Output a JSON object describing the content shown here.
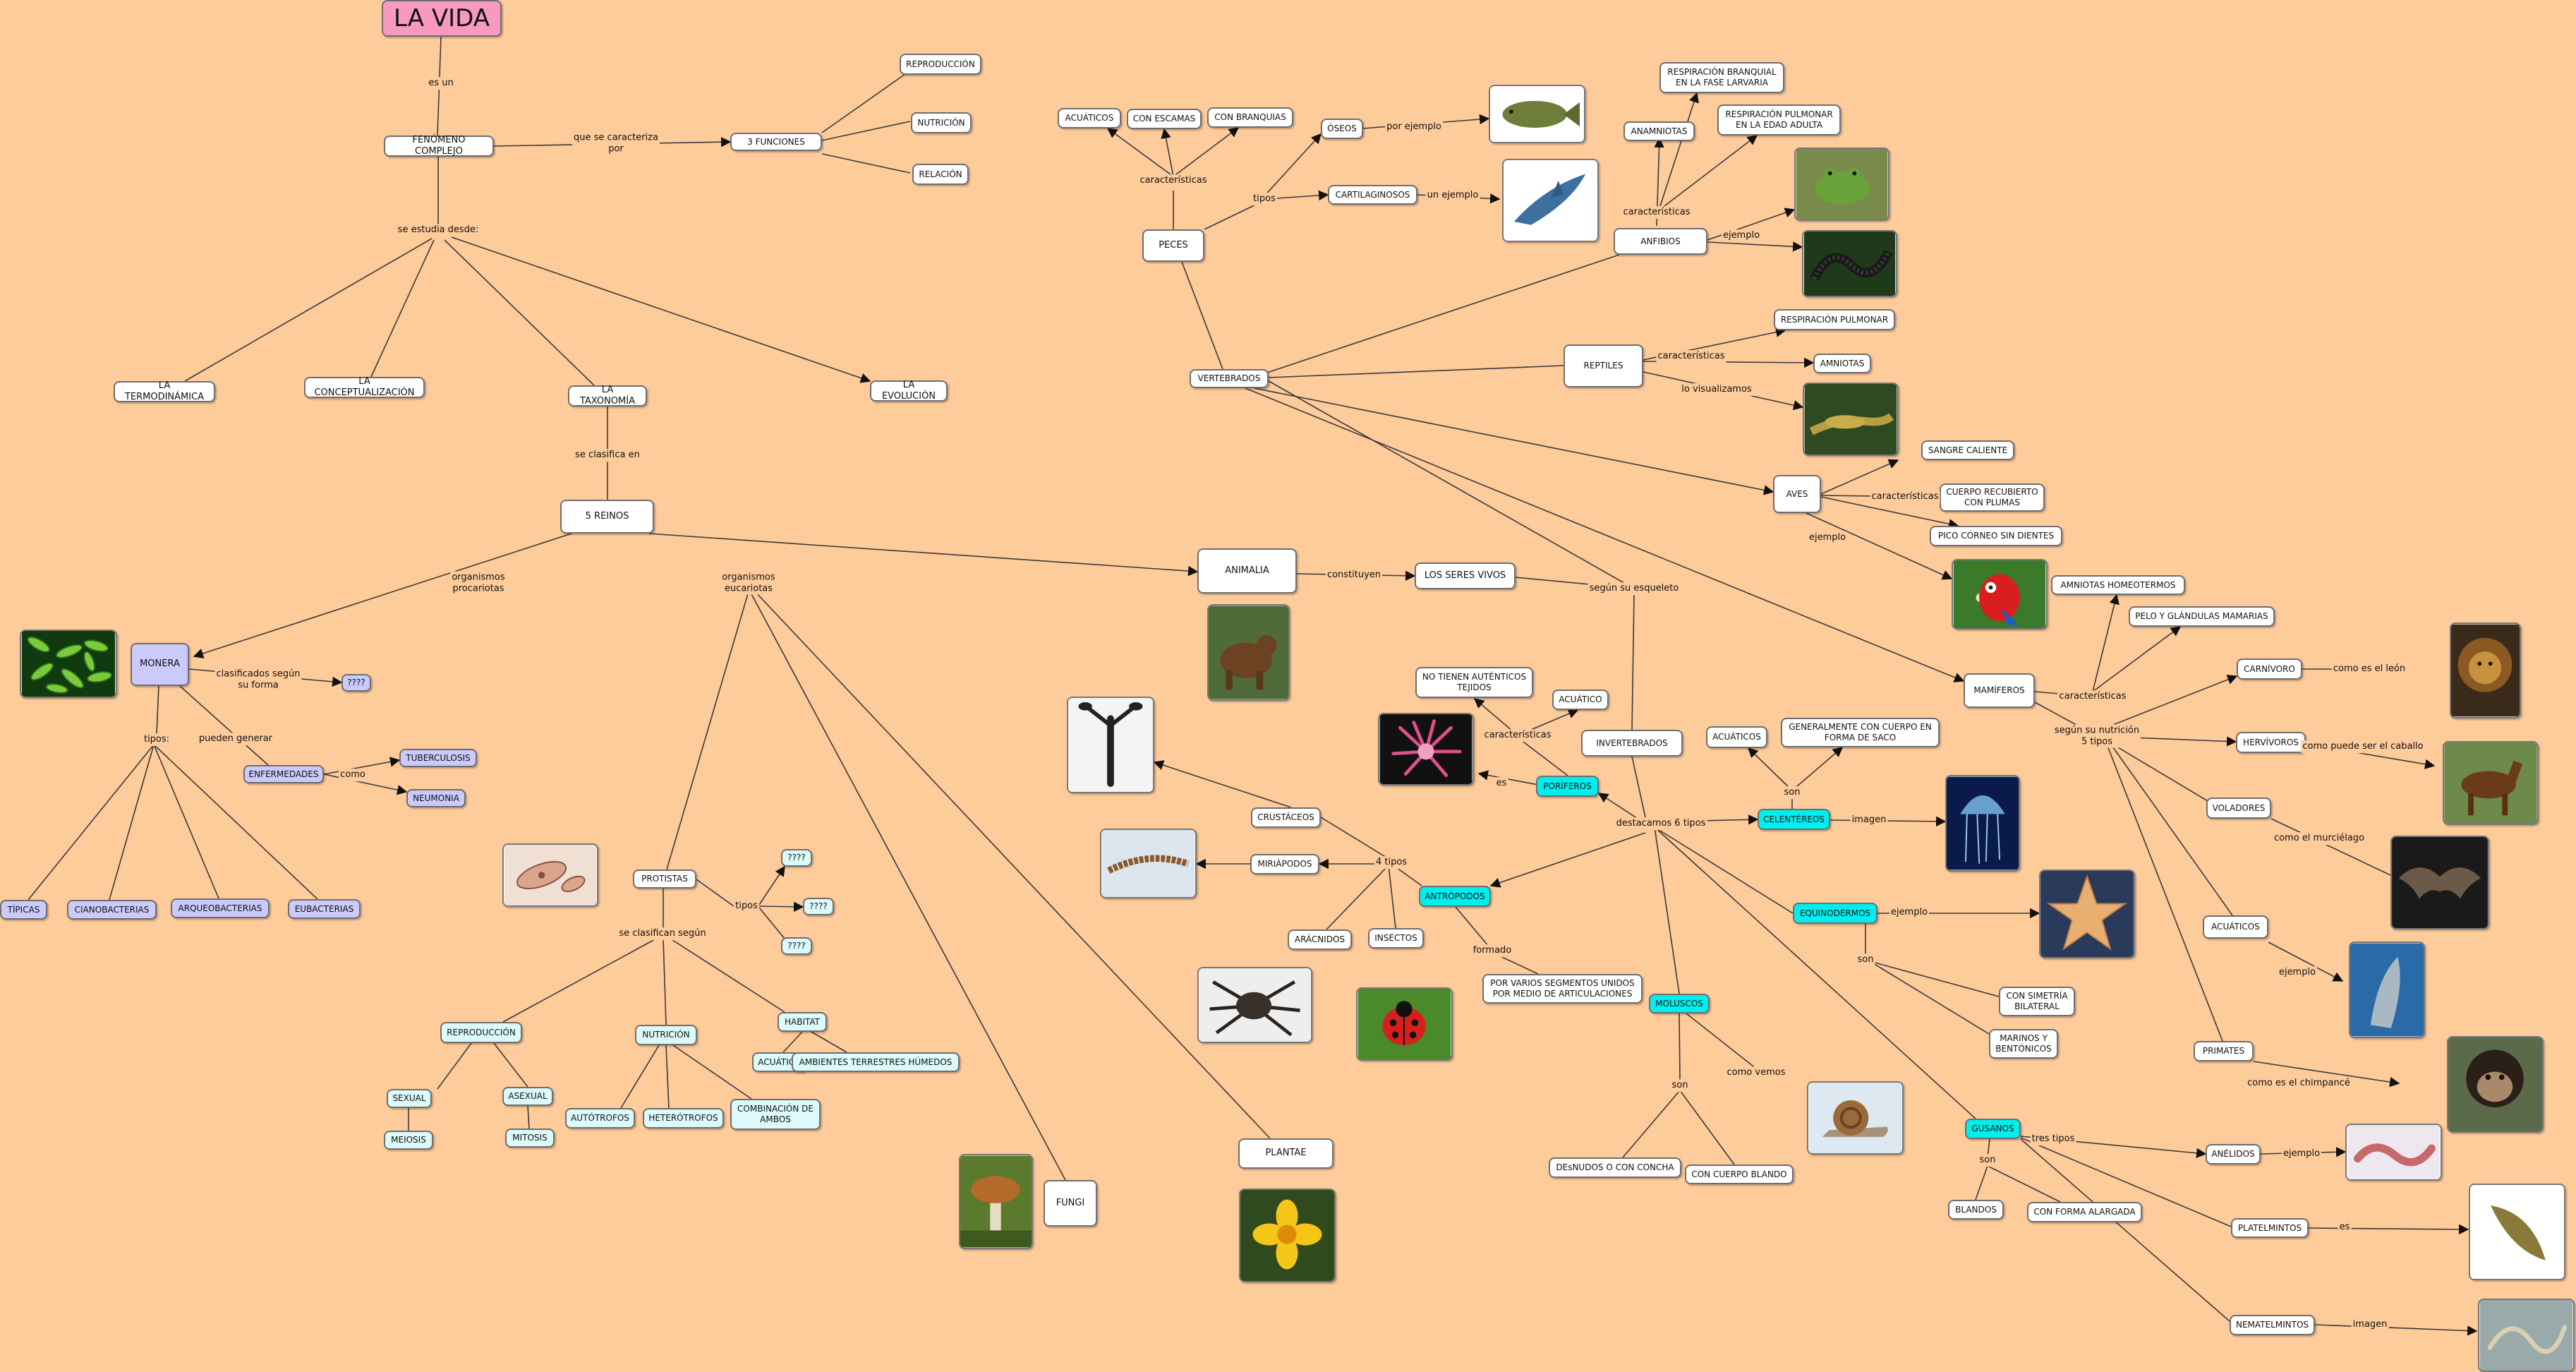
{
  "nodes": {
    "la_vida": "LA VIDA",
    "fenomeno": "FENÓMENO COMPLEJO",
    "tres_funciones": "3 FUNCIONES",
    "reproduccion_f": "REPRODUCCIÓN",
    "nutricion_f": "NUTRICIÓN",
    "relacion": "RELACIÓN",
    "termodinamica": "LA TERMODINÁMICA",
    "conceptualizacion": "LA CONCEPTUALIZACIÓN",
    "taxonomia": "LA TAXONOMÍA",
    "evolucion": "LA EVOLUCIÓN",
    "cinco_reinos": "5 REINOS",
    "monera": "MONERA",
    "monera_q": "????",
    "enfermedades": "ENFERMEDADES",
    "tuberculosis": "TUBERCULOSIS",
    "neumonia": "NEUMONIA",
    "tipicas": "TÍPICAS",
    "cianobacterias": "CIANOBACTERIAS",
    "arqueobacterias": "ARQUEOBACTERIAS",
    "eubacterias": "EUBACTERIAS",
    "protistas": "PROTISTAS",
    "prot_q1": "????",
    "prot_q2": "????",
    "prot_q3": "????",
    "reproduccion_p": "REPRODUCCIÓN",
    "sexual": "SEXUAL",
    "asexual": "ASEXUAL",
    "meiosis": "MEIOSIS",
    "mitosis": "MITOSIS",
    "nutricion_p": "NUTRICIÓN",
    "autotrofos": "AUTÓTROFOS",
    "heterotrofos": "HETERÓTROFOS",
    "combinacion": "COMBINACIÓN DE\nAMBOS",
    "habitat": "HABITAT",
    "acuatico_p": "ACUÁTICO",
    "ambientes": "AMBIENTES TERRESTRES HÚMEDOS",
    "fungi": "FUNGI",
    "plantae": "PLANTAE",
    "animalia": "ANIMALIA",
    "seres_vivos": "LOS SERES VIVOS",
    "vertebrados": "VERTEBRADOS",
    "invertebrados": "INVERTEBRADOS",
    "peces": "PECES",
    "acuaticos_peces": "ACUÁTICOS",
    "con_escamas": "CON ESCAMAS",
    "con_branquias": "CON BRANQUIAS",
    "oseos": "ÓSEOS",
    "cartilaginosos": "CARTILAGINOSOS",
    "anfibios": "ANFIBIOS",
    "anamniotas": "ANAMNIOTAS",
    "resp_branquial": "RESPIRACIÓN BRANQUIAL\nEN LA FASE LARVARIA",
    "resp_pulmonar_adulta": "RESPIRACIÓN PULMONAR\nEN LA EDAD ADULTA",
    "reptiles": "REPTILES",
    "resp_pulmonar": "RESPIRACIÓN PULMONAR",
    "amniotas": "AMNIOTAS",
    "aves": "AVES",
    "sangre_caliente": "SANGRE CALIENTE",
    "cuerpo_plumas": "CUERPO RECUBIERTO\nCON PLUMAS",
    "pico": "PICO CÓRNEO SIN DIENTES",
    "mamiferos": "MAMÍFEROS",
    "amniotas_homeotermos": "AMNIOTAS HOMEOTERMOS",
    "pelo": "PELO Y GLÁNDULAS MAMARIAS",
    "carnivoro": "CARNÍVORO",
    "herbivoros": "HERVÍVOROS",
    "voladores": "VOLADORES",
    "acuaticos_mam": "ACUÁTICOS",
    "primates": "PRIMATES",
    "poriferos": "PORÍFEROS",
    "no_tejidos": "NO TIENEN AUTÉNTICOS\nTEJIDOS",
    "acuatico_por": "ACUÁTICO",
    "celentereos": "CELENTÉREOS",
    "acuaticos_cel": "ACUÁTICOS",
    "cuerpo_saco": "GENERALMENTE CON CUERPO EN\nFORMA DE SACO",
    "equinodermos": "EQUINODERMOS",
    "simetria": "CON SIMETRÍA\nBILATERAL",
    "marinos": "MARINOS Y\nBENTÓNICOS",
    "moluscos": "MOLUSCOS",
    "desnudos": "DEsNUDOS O CON CONCHA",
    "cuerpo_blando": "CON CUERPO BLANDO",
    "gusanos": "GUSANOS",
    "blandos": "BLANDOS",
    "forma_alargada": "CON FORMA ALARGADA",
    "anelidos": "ANÉLIDOS",
    "platelmintos": "PLATELMINTOS",
    "nematelmintos": "NEMATELMINTOS",
    "artropodos": "ANTRÓPODOS",
    "crustaceos": "CRUSTÁCEOS",
    "miriapodos": "MIRIÁPODOS",
    "aracnidos": "ARÁCNIDOS",
    "insectos": "INSECTOS",
    "segmentos": "POR VARIOS SEGMENTOS UNIDOS\nPOR MEDIO DE ARTICULACIONES"
  },
  "links": {
    "es_un": "es un",
    "que_se_caracteriza": "que se caracteriza\npor",
    "se_estudia": "se estudia desde:",
    "se_clasifica": "se clasifica en",
    "procariotas": "organismos\nprocariotas",
    "eucariotas": "organismos\neucariotas",
    "clasificados": "clasificados según\nsu forma",
    "tipos_monera": "tipos:",
    "pueden_generar": "pueden generar",
    "como_enf": "como",
    "tipos_prot": "tipos",
    "se_clasifican": "se clasifican según",
    "constituyen": "constituyen",
    "segun_esqueleto": "según su esqueleto",
    "car_peces": "características",
    "tipos_peces": "tipos",
    "por_ejemplo_oseos": "por ejemplo",
    "un_ejemplo": "un ejemplo",
    "car_anfibios": "características",
    "ejemplo_anfibios": "ejemplo",
    "car_reptiles": "características",
    "visualizamos": "lo visualizamos",
    "car_aves": "características",
    "ejemplo_aves": "ejemplo",
    "car_mam": "características",
    "segun_nutricion": "según su nutrición\n5 tipos",
    "como_leon": "como es el león",
    "como_caballo": "como puede ser el caballo",
    "como_murcielago": "como el murciélago",
    "ejemplo_acuaticos": "ejemplo",
    "como_chimpance": "como es el chimpancé",
    "destacamos": "destacamos 6 tipos",
    "car_por": "características",
    "es_por": "es",
    "son_cel": "son",
    "imagen_cel": "imagen",
    "ejemplo_equi": "ejemplo",
    "son_equi": "son",
    "son_mol": "son",
    "como_vemos": "como vemos",
    "tres_tipos": "tres tipos",
    "son_gus": "son",
    "ejemplo_anel": "ejemplo",
    "es_plat": "es",
    "imagen_nem": "imagen",
    "cuatro_tipos": "4 tipos",
    "formado": "formado"
  },
  "images": {
    "bacteria": "bacteria-image",
    "paramecium": "paramecium-image",
    "mushroom": "mushroom-image",
    "flower": "flower-image",
    "bear": "bear-image",
    "bass": "bass-fish-image",
    "shark": "shark-image",
    "frog": "frog-image",
    "caecilian": "caecilian-image",
    "lizard": "lizard-image",
    "parrot": "parrot-image",
    "lion": "lion-image",
    "horse": "horse-image",
    "bat": "bat-image",
    "dolphin": "dolphin-image",
    "chimp": "chimpanzee-image",
    "anemone": "anemone-image",
    "jellyfish": "jellyfish-image",
    "starfish": "starfish-image",
    "snail": "snail-image",
    "earthworm": "earthworm-image",
    "flatworm": "flatworm-image",
    "nematode": "nematode-image",
    "lobster": "lobster-image",
    "centipede": "centipede-image",
    "tarantula": "tarantula-image",
    "ladybug": "ladybug-image"
  },
  "colors": {
    "background": "#FECB9B",
    "title": "#F89ABF",
    "monera": "#CACAFB",
    "highlight": "#00EEEE",
    "protista": "#DCFAFA"
  }
}
